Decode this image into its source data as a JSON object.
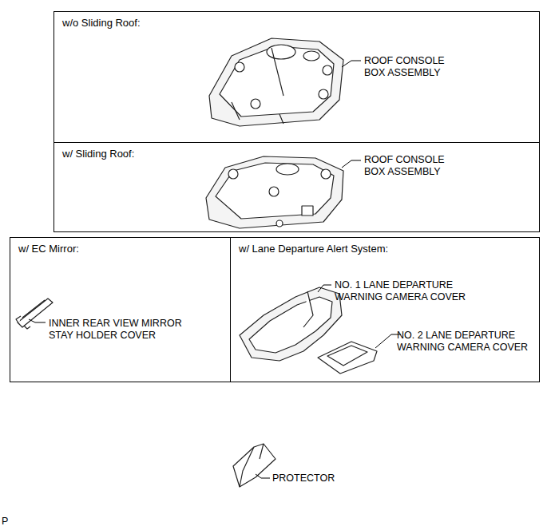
{
  "diagram": {
    "nodes": [
      {
        "text": [
          "w/o Sliding Roof:",
          "ROOF CONSOLE BOX ASSEMBLY"
        ]
      },
      {
        "text": [
          "w/ Sliding Roof:",
          "ROOF CONSOLE BOX ASSEMBLY"
        ]
      },
      {
        "text": [
          "w/ EC Mirror:",
          "INNER REAR VIEW MIRROR STAY HOLDER COVER"
        ]
      },
      {
        "text": [
          "w/ Lane Departure Alert System:",
          "NO. 1 LANE DEPARTURE WARNING CAMERA COVER",
          "NO. 2 LANE DEPARTURE WARNING CAMERA COVER"
        ]
      }
    ],
    "labels": [
      "PROTECTOR",
      "P"
    ]
  }
}
